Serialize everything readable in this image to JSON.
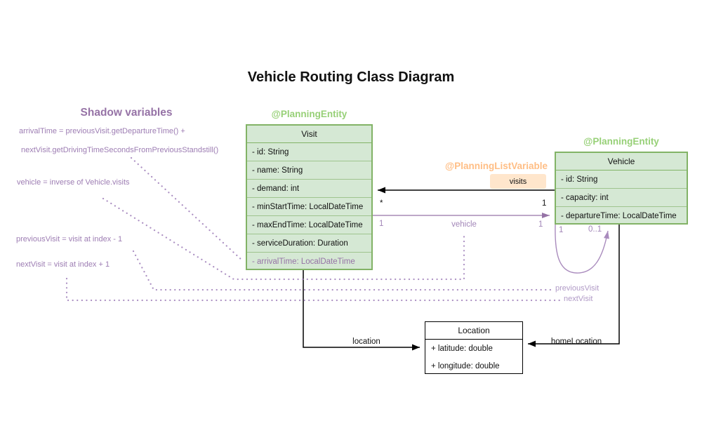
{
  "title": "Vehicle Routing Class Diagram",
  "shadow": {
    "heading": "Shadow variables",
    "lines": [
      "arrivalTime = previousVisit.getDepartureTime() +",
      "nextVisit.getDrivingTimeSecondsFromPreviousStandstill()",
      "vehicle = inverse of Vehicle.visits",
      "previousVisit = visit at index - 1",
      "nextVisit = visit at index + 1"
    ]
  },
  "annotations": {
    "visit_entity": "@PlanningEntity",
    "vehicle_entity": "@PlanningEntity",
    "planning_list_variable": "@PlanningListVariable"
  },
  "classes": {
    "visit": {
      "name": "Visit",
      "attributes": [
        "- id: String",
        "- name: String",
        "- demand: int",
        "- minStartTime: LocalDateTime",
        "- maxEndTime: LocalDateTime",
        "- serviceDuration: Duration",
        "- arrivalTime: LocalDateTime"
      ]
    },
    "vehicle": {
      "name": "Vehicle",
      "attributes": [
        "- id: String",
        "- capacity: int",
        "- departureTime: LocalDateTime"
      ]
    },
    "location": {
      "name": "Location",
      "attributes": [
        "+ latitude: double",
        "+ longitude: double"
      ]
    }
  },
  "relations": {
    "visits": {
      "label": "visits",
      "mult_visit": "*",
      "mult_vehicle": "1"
    },
    "vehicle_ref": {
      "label": "vehicle",
      "mult_left": "1",
      "mult_right": "1"
    },
    "self_loop": {
      "mult_left": "1",
      "mult_right": "0..1",
      "label_previous": "previousVisit",
      "label_next": "nextVisit"
    },
    "location_ref": {
      "label": "location"
    },
    "home_location_ref": {
      "label": "homeLocation"
    }
  },
  "colors": {
    "green_fill": "#d5e8d4",
    "green_stroke": "#82b366",
    "green_annotation": "#97d077",
    "purple": "#9673a6",
    "purple_light": "#ab8fc2",
    "orange_annotation": "#ffbe85",
    "orange_fill": "#ffe6cc"
  }
}
